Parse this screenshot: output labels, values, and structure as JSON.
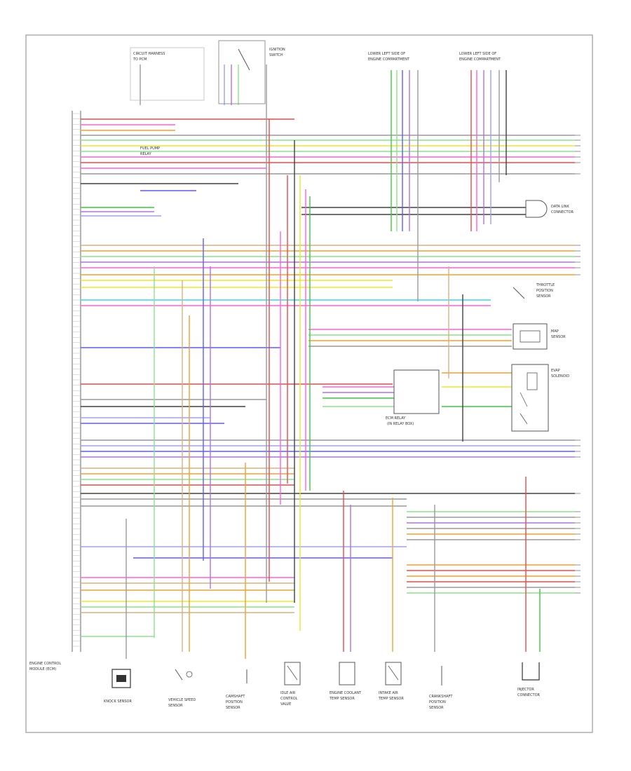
{
  "diagram": {
    "footer_code": "",
    "ecm_caption": [
      "ENGINE CONTROL",
      "MODULE (ECM)"
    ],
    "components": {
      "circuit_harness": [
        "CIRCUIT HARNESS",
        "TO PCM"
      ],
      "ignition_switch": [
        "IGNITION",
        "SWITCH"
      ],
      "left_wiring": [
        "LOWER LEFT SIDE OF",
        "ENGINE COMPARTMENT"
      ],
      "right_wiring": [
        "LOWER LEFT SIDE OF",
        "ENGINE COMPARTMENT"
      ],
      "fuel_pump_relay": [
        "FUEL PUMP",
        "RELAY"
      ],
      "data_link": [
        "DATA LINK",
        "CONNECTOR"
      ],
      "throttle_sensor": [
        "THROTTLE",
        "POSITION",
        "SENSOR"
      ],
      "map_sensor": [
        "MAP",
        "SENSOR"
      ],
      "evap_solenoid": [
        "EVAP",
        "SOLENOID"
      ],
      "ecm_relay": [
        "ECM RELAY",
        "(IN RELAY BOX)"
      ],
      "knock_sensor": [
        "KNOCK SENSOR"
      ],
      "vss": [
        "VEHICLE SPEED",
        "SENSOR"
      ],
      "cmp": [
        "CAMSHAFT",
        "POSITION",
        "SENSOR"
      ],
      "iac": [
        "IDLE AIR",
        "CONTROL",
        "VALVE"
      ],
      "ect": [
        "ENGINE COOLANT",
        "TEMP SENSOR"
      ],
      "iat": [
        "INTAKE AIR",
        "TEMP SENSOR"
      ],
      "ckp": [
        "CRANKSHAFT",
        "POSITION",
        "SENSOR"
      ],
      "injector": [
        "INJECTOR",
        "CONNECTOR"
      ]
    }
  }
}
